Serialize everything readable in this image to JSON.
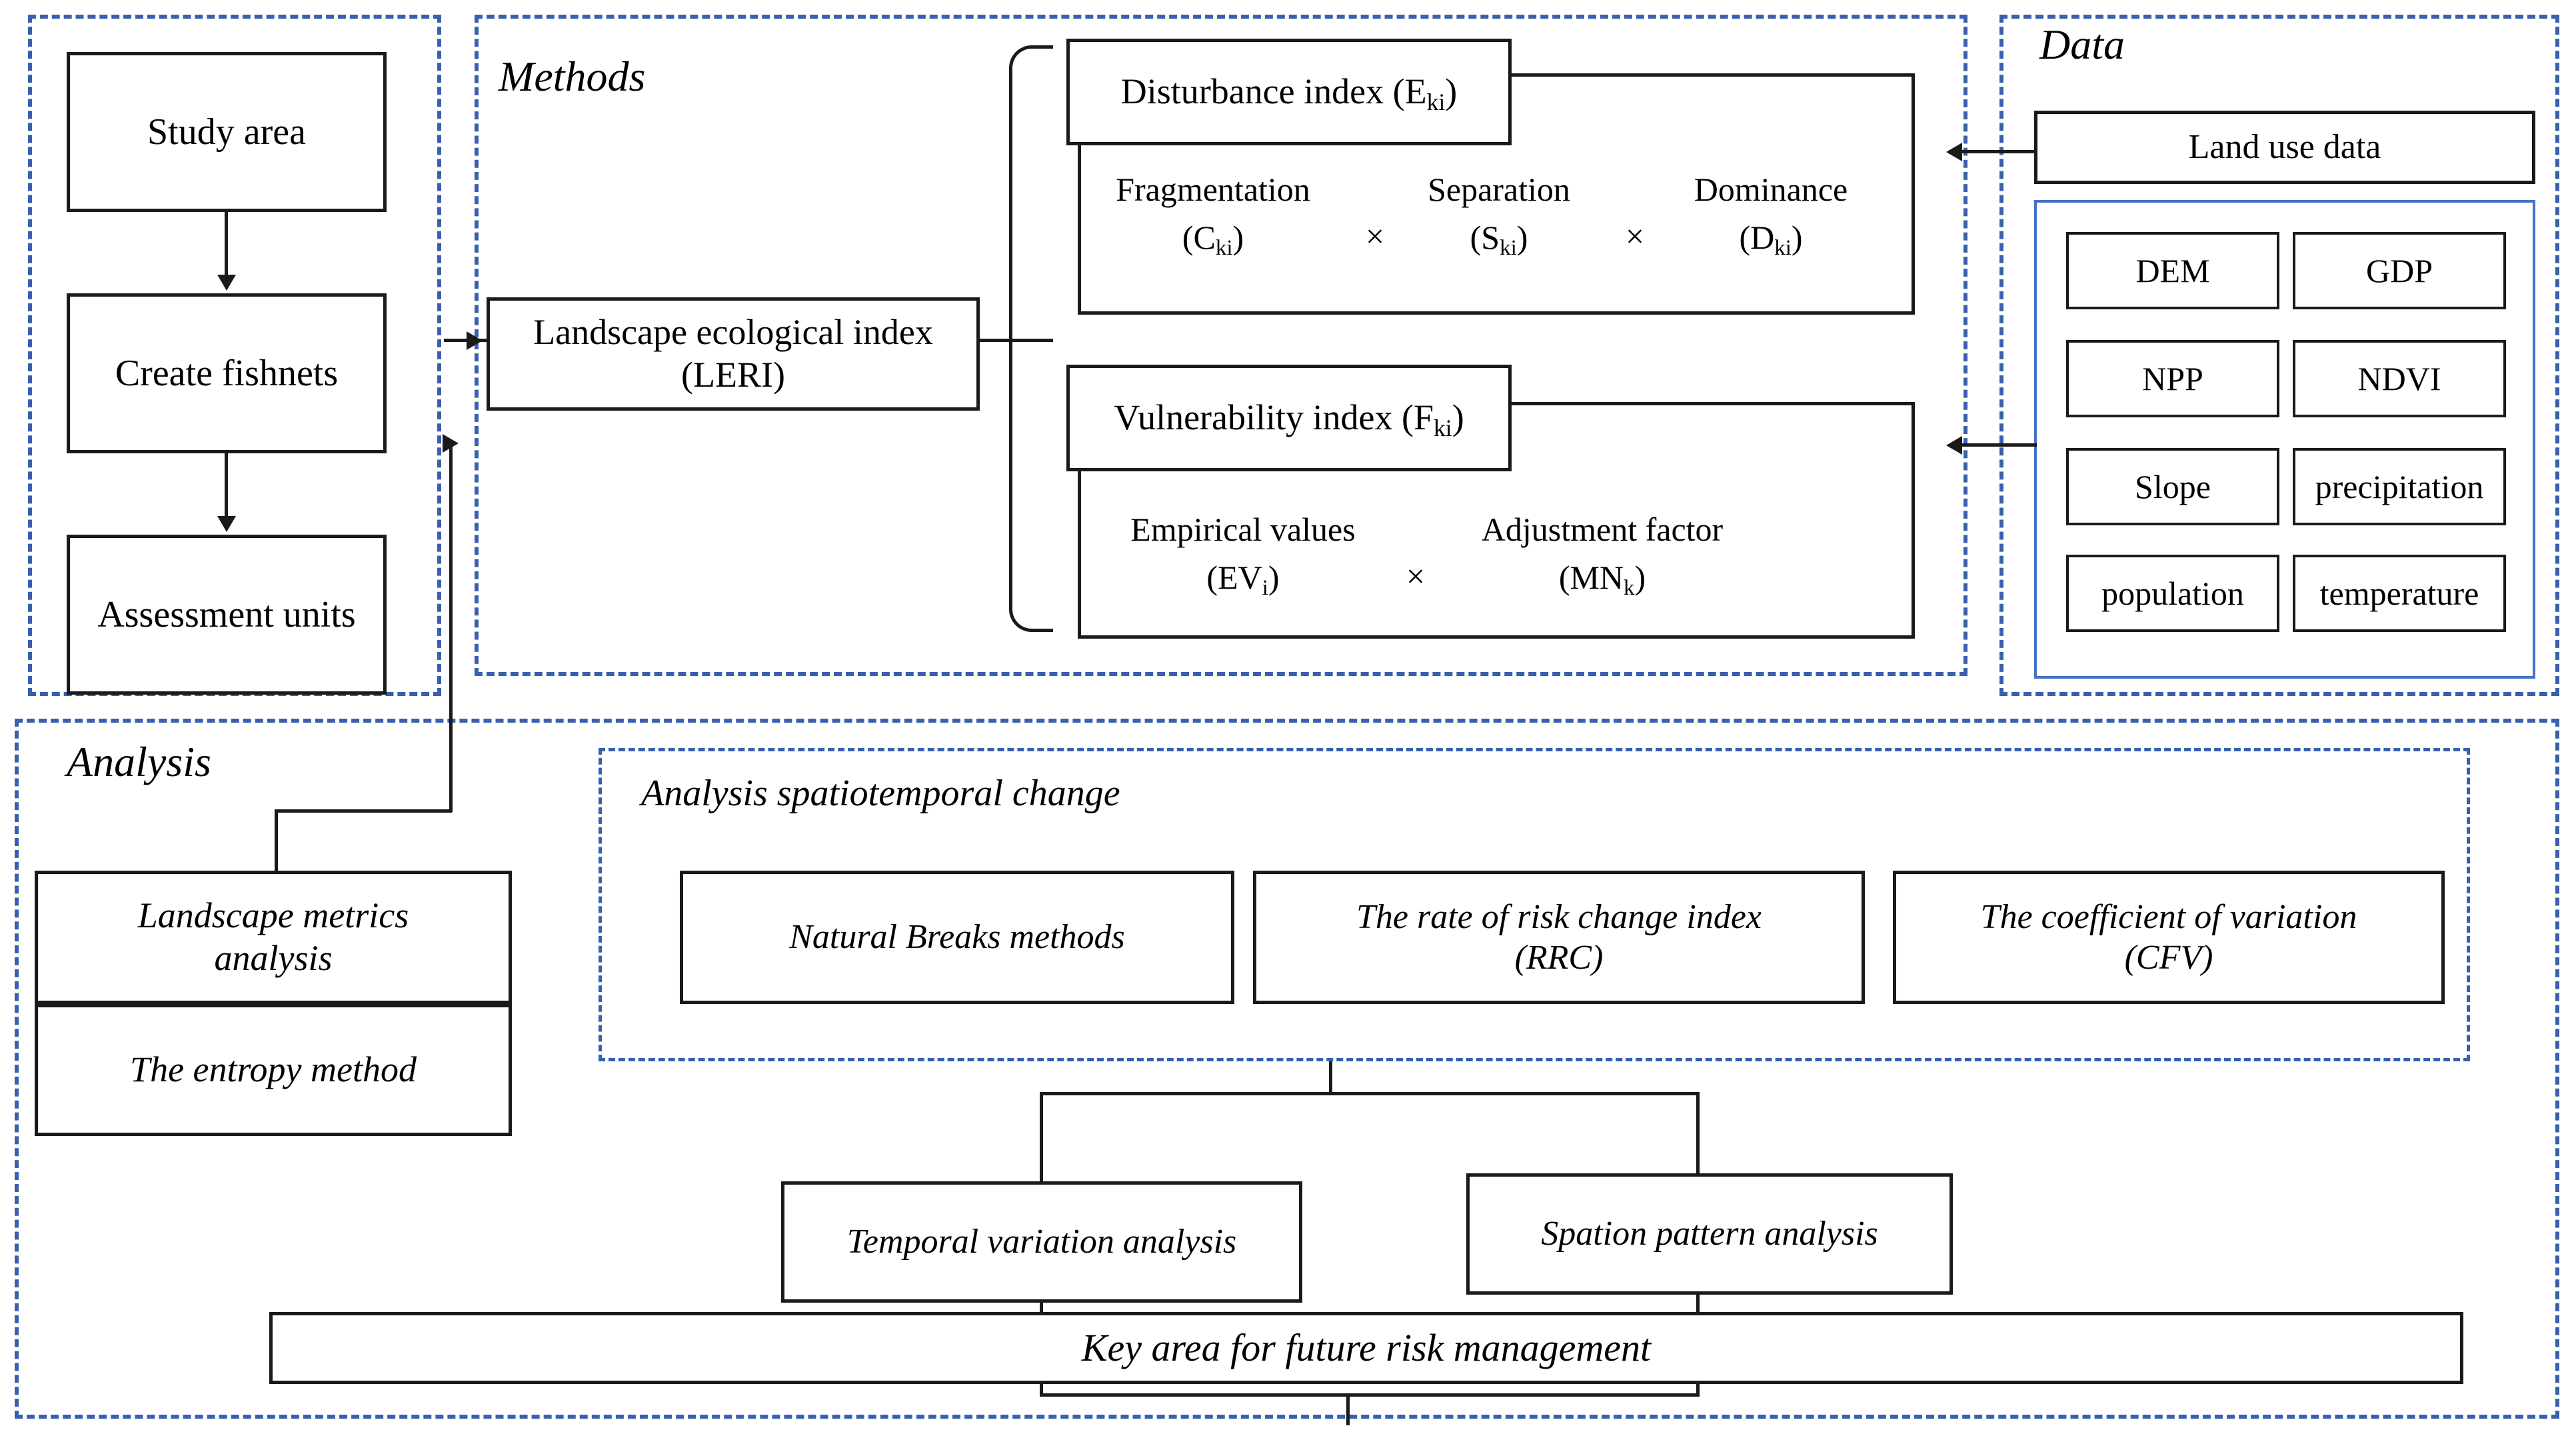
{
  "groups": {
    "study": {
      "label": ""
    },
    "methods": {
      "label": "Methods"
    },
    "data": {
      "label": "Data"
    },
    "analysis": {
      "label": "Analysis"
    },
    "spatiotemporal": {
      "label": "Analysis spatiotemporal change"
    }
  },
  "study_flow": {
    "nodes": [
      {
        "id": "study-area",
        "label": "Study area"
      },
      {
        "id": "create-fishnets",
        "label": "Create fishnets"
      },
      {
        "id": "assessment-units",
        "label": "Assessment units"
      }
    ]
  },
  "methods": {
    "leri": {
      "line1": "Landscape ecological index",
      "line2": "(LERI)"
    },
    "disturbance": {
      "title_main": "Disturbance index (E",
      "title_sub": "ki",
      "title_tail": ")",
      "factors": [
        {
          "name": "Fragmentation",
          "symbol_main": "(C",
          "symbol_sub": "ki",
          "symbol_tail": ")"
        },
        {
          "name": "Separation",
          "symbol_main": "(S",
          "symbol_sub": "ki",
          "symbol_tail": ")"
        },
        {
          "name": "Dominance",
          "symbol_main": "(D",
          "symbol_sub": "ki",
          "symbol_tail": ")"
        }
      ],
      "operators": [
        "×",
        "×"
      ]
    },
    "vulnerability": {
      "title_main": "Vulnerability index (F",
      "title_sub": "ki",
      "title_tail": ")",
      "factors": [
        {
          "name": "Empirical values",
          "symbol_main": "(EV",
          "symbol_sub": "i",
          "symbol_tail": ")"
        },
        {
          "name": "Adjustment factor",
          "symbol_main": "(MN",
          "symbol_sub": "k",
          "symbol_tail": ")"
        }
      ],
      "operators": [
        "×"
      ]
    }
  },
  "data": {
    "land_use": "Land use data",
    "layers": [
      "DEM",
      "GDP",
      "NPP",
      "NDVI",
      "Slope",
      "precipitation",
      "population",
      "temperature"
    ]
  },
  "analysis": {
    "left_stack": [
      {
        "line1": "Landscape metrics",
        "line2": "analysis"
      },
      {
        "line1": "The entropy method",
        "line2": ""
      }
    ],
    "spatiotemporal_methods": [
      {
        "line1": "Natural Breaks methods",
        "line2": ""
      },
      {
        "line1": "The rate of risk change index",
        "line2": "(RRC)"
      },
      {
        "line1": "The coefficient of variation",
        "line2": "(CFV)"
      }
    ],
    "pattern_boxes": [
      "Temporal variation analysis",
      "Spation pattern analysis"
    ],
    "conclusion": "Key area for future risk management"
  },
  "colors": {
    "dashed_border": "#3761AF",
    "solid_blue_border": "#4472C4",
    "node_border": "#1a1a1a",
    "text": "#000000"
  }
}
